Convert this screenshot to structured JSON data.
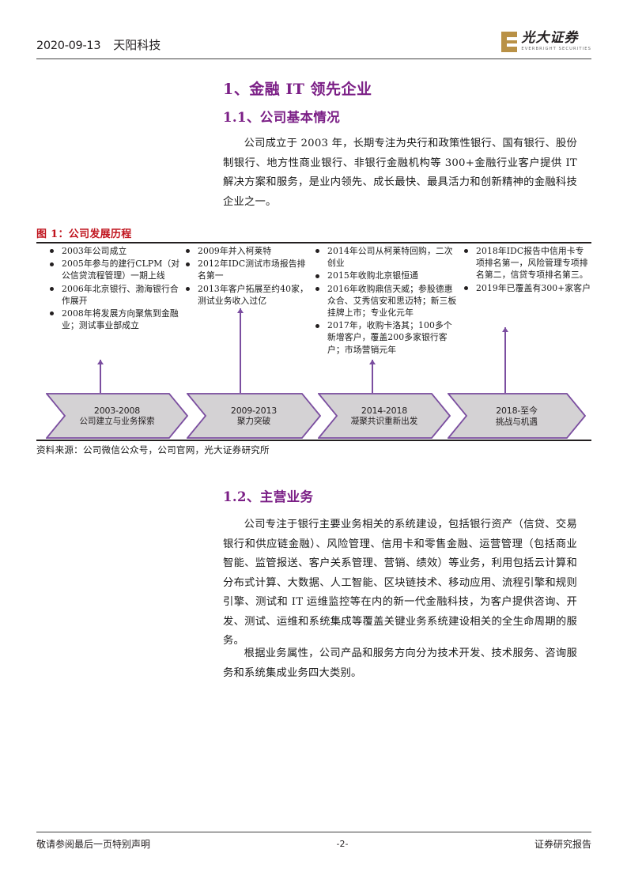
{
  "header": {
    "date": "2020-09-13",
    "company": "天阳科技",
    "logo_cn": "光大证券",
    "logo_en": "EVERBRIGHT SECURITIES"
  },
  "sections": {
    "h1": "1、金融 IT 领先企业",
    "h2_company_basics": "1.1、公司基本情况",
    "h2_main_business": "1.2、主营业务"
  },
  "paragraphs": {
    "p1": "公司成立于 2003 年，长期专注为央行和政策性银行、国有银行、股份制银行、地方性商业银行、非银行金融机构等 300+金融行业客户提供 IT 解决方案和服务，是业内领先、成长最快、最具活力和创新精神的金融科技企业之一。",
    "p2": "公司专注于银行主要业务相关的系统建设，包括银行资产（信贷、交易银行和供应链金融）、风险管理、信用卡和零售金融、运营管理（包括商业智能、监管报送、客户关系管理、营销、绩效）等业务，利用包括云计算和分布式计算、大数据、人工智能、区块链技术、移动应用、流程引擎和规则引擎、测试和 IT 运维监控等在内的新一代金融科技，为客户提供咨询、开发、测试、运维和系统集成等覆盖关键业务系统建设相关的全生命周期的服务。",
    "p3": "根据业务属性，公司产品和服务方向分为技术开发、技术服务、咨询服务和系统集成业务四大类别。"
  },
  "figure": {
    "caption": "图 1：公司发展历程",
    "source": "资料来源：公司微信公众号，公司官网，光大证券研究所",
    "caption_color": "#c0141e",
    "chevron_fill": "#d4d2d4",
    "chevron_border": "#7b4ea0",
    "columns": [
      {
        "bullets": [
          "2003年公司成立",
          "2005年参与的建行CLPM（对公信贷流程管理）一期上线",
          "2006年北京银行、渤海银行合作展开",
          "2008年将发展方向聚焦到金融业；测试事业部成立"
        ]
      },
      {
        "bullets": [
          "2009年并入柯莱特",
          "2012年IDC测试市场报告排名第一",
          "2013年客户拓展至约40家，测试业务收入过亿"
        ]
      },
      {
        "bullets": [
          "2014年公司从柯莱特回购，二次创业",
          "2015年收购北京银恒通",
          "2016年收购鼎信天威；参股德惠众合、艾秀信安和思迈特；新三板挂牌上市；专业化元年",
          "2017年，收购卡洛其；100多个新增客户，覆盖200多家银行客户；市场营销元年"
        ]
      },
      {
        "bullets": [
          "2018年IDC报告中信用卡专项排名第一，风险管理专项排名第二，信贷专项排名第三。",
          "2019年已覆盖有300+家客户"
        ]
      }
    ],
    "stages": [
      {
        "period": "2003-2008",
        "label": "公司建立与业务探索"
      },
      {
        "period": "2009-2013",
        "label": "聚力突破"
      },
      {
        "period": "2014-2018",
        "label": "凝聚共识重新出发"
      },
      {
        "period": "2018-至今",
        "label": "挑战与机遇"
      }
    ]
  },
  "footer": {
    "left": "敬请参阅最后一页特别声明",
    "page": "-2-",
    "right": "证券研究报告"
  }
}
